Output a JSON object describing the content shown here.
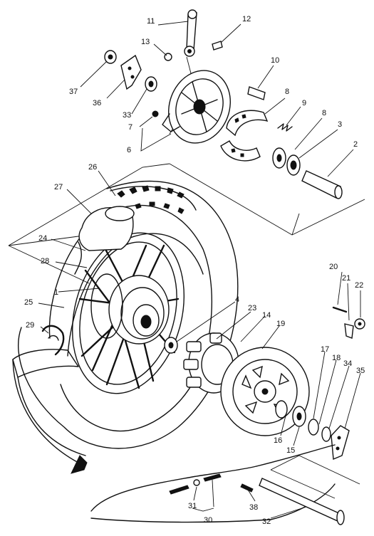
{
  "callouts": {
    "c1": "1",
    "c2": "2",
    "c3": "3",
    "c4": "4",
    "c6": "6",
    "c7": "7",
    "c8": "8",
    "c8b": "8",
    "c9": "9",
    "c10": "10",
    "c11": "11",
    "c12": "12",
    "c13": "13",
    "c14": "14",
    "c15": "15",
    "c16": "16",
    "c17": "17",
    "c18": "18",
    "c19": "19",
    "c20": "20",
    "c21": "21",
    "c22": "22",
    "c23": "23",
    "c24": "24",
    "c25": "25",
    "c26": "26",
    "c27": "27",
    "c28": "28",
    "c29": "29",
    "c30": "30",
    "c31": "31",
    "c32": "32",
    "c33": "33",
    "c34": "34",
    "c35": "35",
    "c36": "36",
    "c37": "37",
    "c38": "38"
  }
}
